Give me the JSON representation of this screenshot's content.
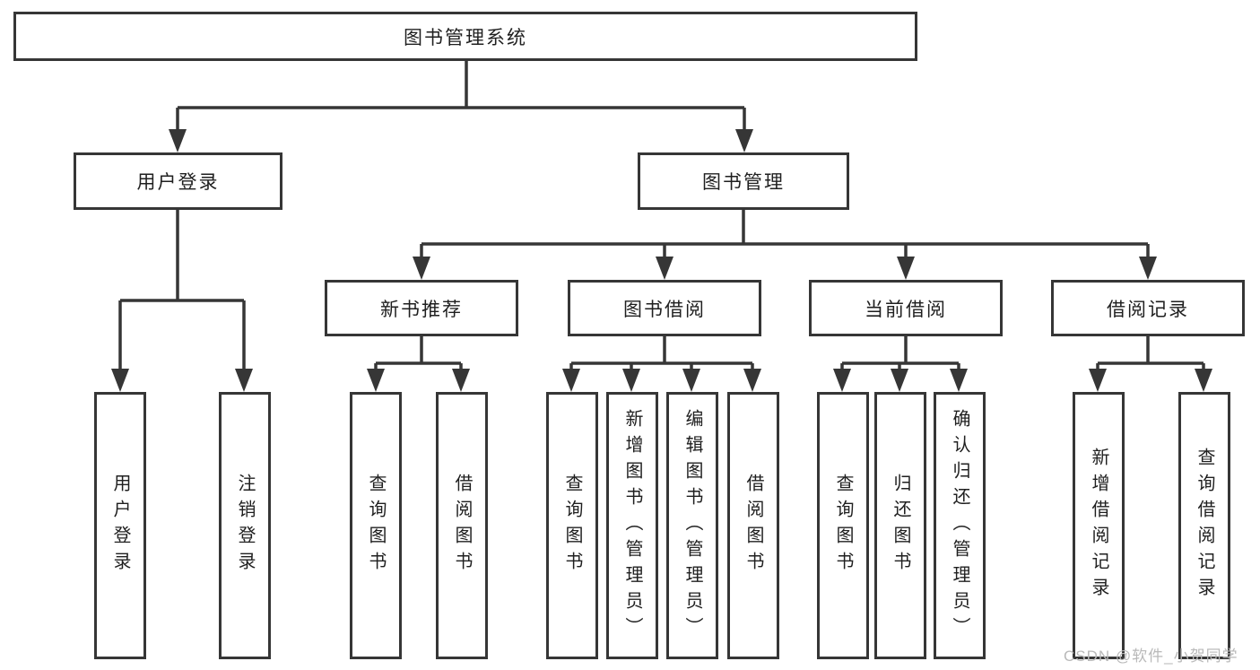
{
  "root": {
    "label": "图书管理系统"
  },
  "tree": {
    "user_login": {
      "label": "用户登录",
      "children": [
        {
          "label": "用户登录"
        },
        {
          "label": "注销登录"
        }
      ]
    },
    "book_management": {
      "label": "图书管理",
      "children": [
        {
          "label": "新书推荐",
          "children": [
            {
              "label": "查询图书"
            },
            {
              "label": "借阅图书"
            }
          ]
        },
        {
          "label": "图书借阅",
          "children": [
            {
              "label": "查询图书"
            },
            {
              "label": "新增图书（管理员）"
            },
            {
              "label": "编辑图书（管理员）"
            },
            {
              "label": "借阅图书"
            }
          ]
        },
        {
          "label": "当前借阅",
          "children": [
            {
              "label": "查询图书"
            },
            {
              "label": "归还图书"
            },
            {
              "label": "确认归还（管理员）"
            }
          ]
        },
        {
          "label": "借阅记录",
          "children": [
            {
              "label": "新增借阅记录"
            },
            {
              "label": "查询借阅记录"
            }
          ]
        }
      ]
    }
  },
  "watermark": {
    "text": "CSDN @软件_小贺同学"
  },
  "colors": {
    "line": "#363636",
    "text": "#1f1f1f",
    "box_background": "#ffffff",
    "page_background": "#ffffff",
    "watermark": "#b9b9b9"
  }
}
